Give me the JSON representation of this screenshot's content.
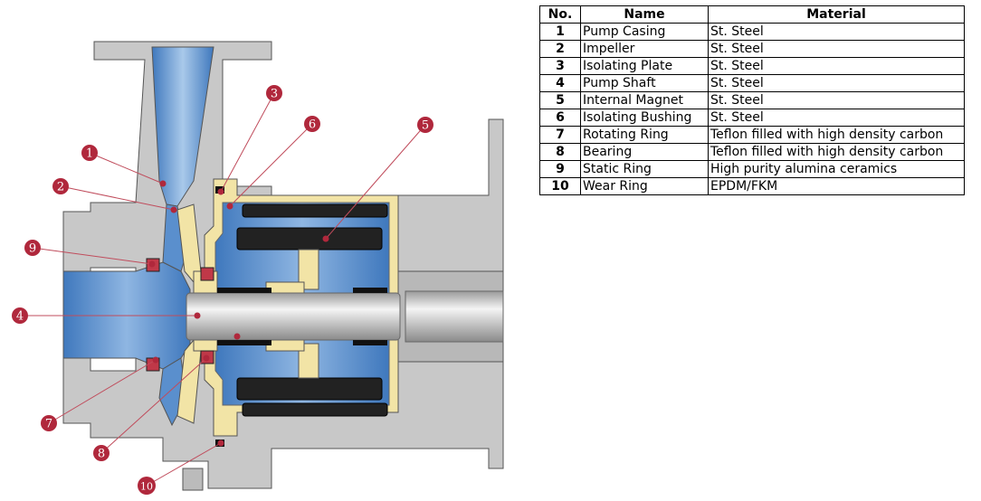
{
  "table": {
    "headers": {
      "no": "No.",
      "name": "Name",
      "material": "Material"
    },
    "rows": [
      {
        "no": "1",
        "name": "Pump Casing",
        "material": "St. Steel"
      },
      {
        "no": "2",
        "name": "Impeller",
        "material": "St. Steel"
      },
      {
        "no": "3",
        "name": "Isolating Plate",
        "material": "St. Steel"
      },
      {
        "no": "4",
        "name": "Pump Shaft",
        "material": "St. Steel"
      },
      {
        "no": "5",
        "name": "Internal Magnet",
        "material": "St. Steel"
      },
      {
        "no": "6",
        "name": "Isolating Bushing",
        "material": "St. Steel"
      },
      {
        "no": "7",
        "name": "Rotating Ring",
        "material": "Teflon filled with high density carbon"
      },
      {
        "no": "8",
        "name": "Bearing",
        "material": "Teflon filled with high density carbon"
      },
      {
        "no": "9",
        "name": "Static Ring",
        "material": "High purity alumina ceramics"
      },
      {
        "no": "10",
        "name": "Wear Ring",
        "material": "EPDM/FKM"
      }
    ]
  },
  "callouts": [
    "1",
    "2",
    "3",
    "4",
    "5",
    "6",
    "7",
    "8",
    "9",
    "10"
  ],
  "colors": {
    "casing": "#c8c8c8",
    "fluid": "#4f86c6",
    "fluid_light": "#a9c9ea",
    "bushing": "#f2e4a6",
    "magnet": "#222222",
    "marker": "#b0283c",
    "leader": "#c04c5c",
    "outline": "#555555"
  }
}
